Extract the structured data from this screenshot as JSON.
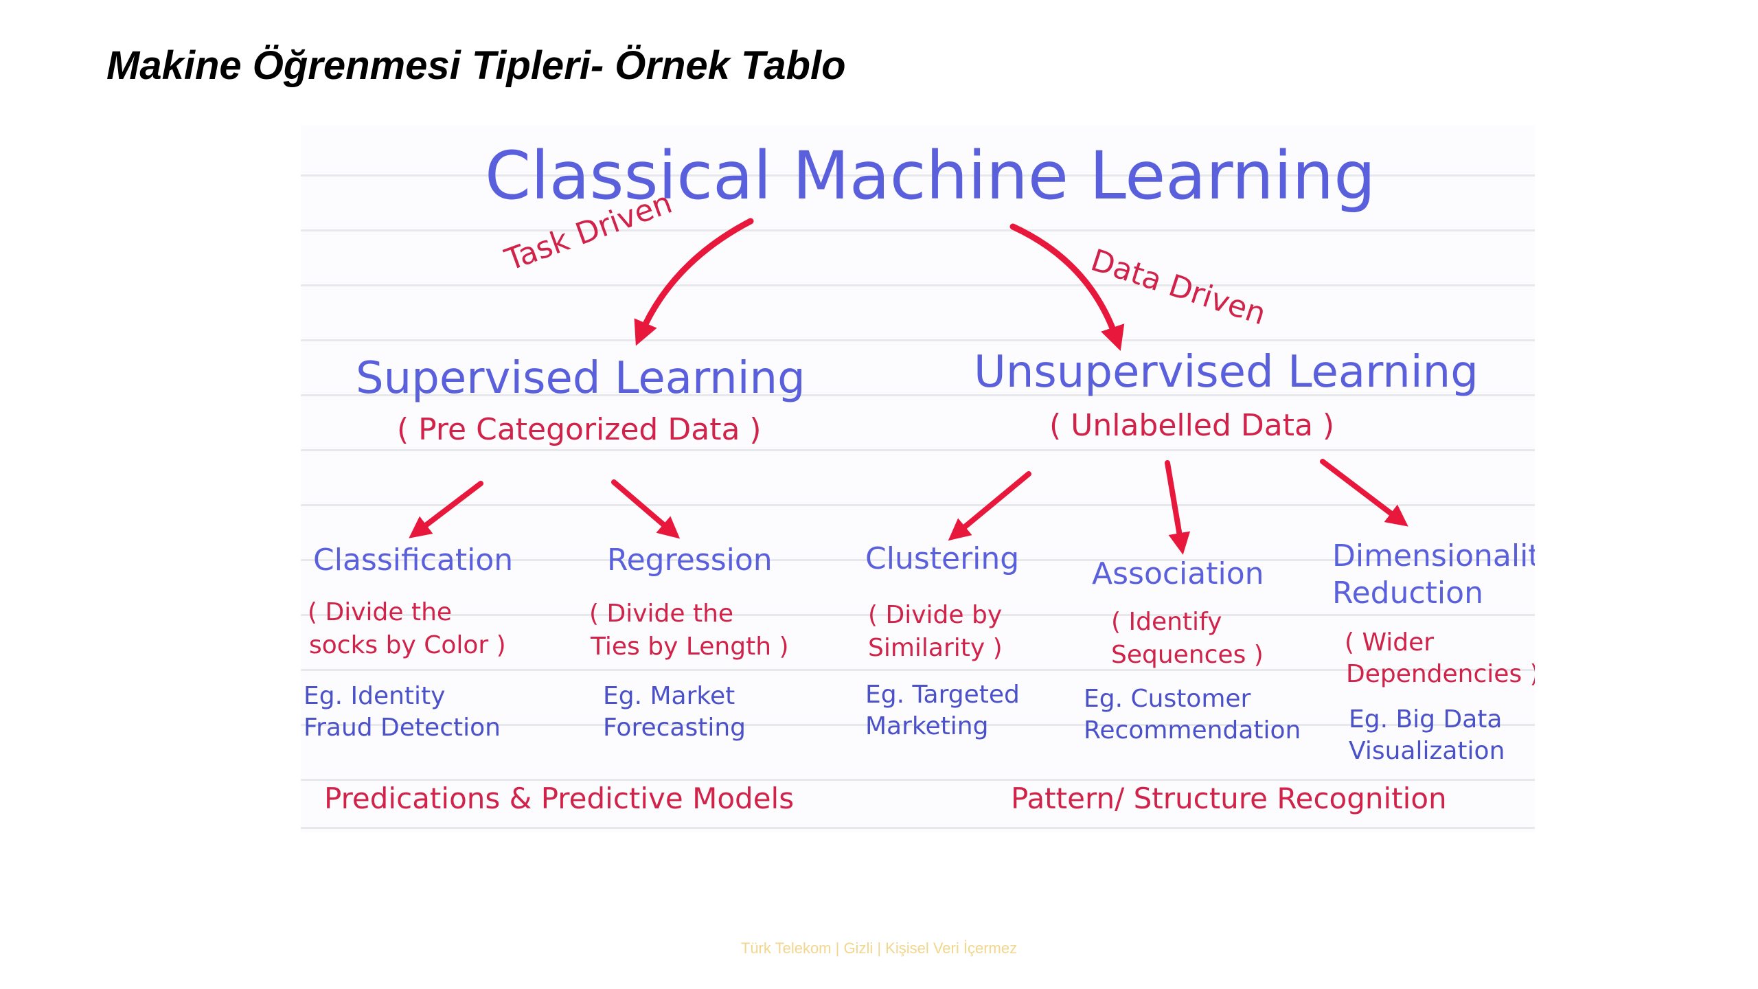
{
  "slide": {
    "title": "Makine Öğrenmesi Tipleri- Örnek Tablo"
  },
  "diagram": {
    "main_title": "Classical Machine Learning",
    "edge_task": "Task Driven",
    "edge_data": "Data Driven",
    "supervised": {
      "title": "Supervised Learning",
      "subtitle": "( Pre Categorized Data )"
    },
    "unsupervised": {
      "title": "Unsupervised Learning",
      "subtitle": "( Unlabelled Data )"
    },
    "leaves": {
      "classification": {
        "title": "Classification",
        "desc1": "( Divide the",
        "desc2": "socks by Color )",
        "ex1": "Eg. Identity",
        "ex2": "Fraud Detection"
      },
      "regression": {
        "title": "Regression",
        "desc1": "( Divide the",
        "desc2": "Ties by Length )",
        "ex1": "Eg. Market",
        "ex2": "Forecasting"
      },
      "clustering": {
        "title": "Clustering",
        "desc1": "( Divide by",
        "desc2": "Similarity )",
        "ex1": "Eg. Targeted",
        "ex2": "Marketing"
      },
      "association": {
        "title": "Association",
        "desc1": "( Identify",
        "desc2": "Sequences )",
        "ex1": "Eg. Customer",
        "ex2": "Recommendation"
      },
      "dimensionality": {
        "title1": "Dimensionality",
        "title2": "Reduction",
        "desc1": "( Wider",
        "desc2": "Dependencies )",
        "ex1": "Eg. Big Data",
        "ex2": "Visualization"
      }
    },
    "footer_left": "Predications & Predictive Models",
    "footer_right": "Pattern/ Structure Recognition"
  },
  "footer": {
    "text": "Türk Telekom | Gizli | Kişisel Veri İçermez"
  },
  "colors": {
    "blue": "#5a60dc",
    "red": "#d1234a",
    "arrow": "#e8173c"
  }
}
